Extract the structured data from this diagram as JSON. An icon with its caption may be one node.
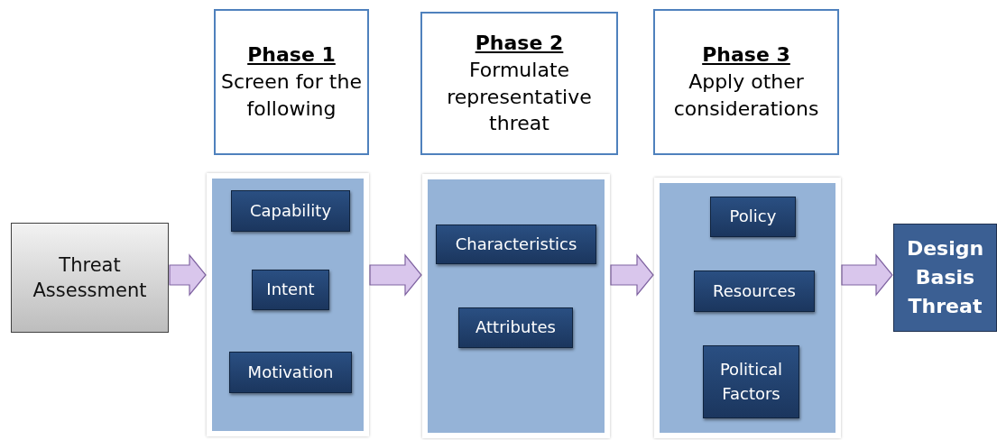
{
  "diagram": {
    "nodes": [
      {
        "text": [
          "Threat Assessment"
        ]
      },
      {
        "text": [
          "Phase 1",
          "Screen for the following"
        ]
      },
      {
        "text": [],
        "shape": "box"
      },
      {
        "text": [
          "Capability"
        ],
        "in": 2
      },
      {
        "text": [
          "Intent"
        ],
        "in": 2
      },
      {
        "text": [
          "Motivation"
        ],
        "in": 2
      },
      {
        "text": [
          "Phase 2",
          "Formulate representative threat"
        ]
      },
      {
        "text": [],
        "shape": "box"
      },
      {
        "text": [
          "Characteristics"
        ],
        "in": 7
      },
      {
        "text": [
          "Attributes"
        ],
        "in": 7
      },
      {
        "text": [
          "Phase 3",
          "Apply other considerations"
        ]
      },
      {
        "text": [],
        "shape": "box"
      },
      {
        "text": [
          "Policy"
        ],
        "in": 11
      },
      {
        "text": [
          "Resources"
        ],
        "in": 11
      },
      {
        "text": [
          "Political Factors"
        ],
        "in": 11
      },
      {
        "text": [
          "Design Basis Threat"
        ]
      }
    ],
    "edges": [
      {
        "from": 0,
        "to": 2,
        "arrow": "to"
      },
      {
        "from": 2,
        "to": 7,
        "arrow": "to"
      },
      {
        "from": 7,
        "to": 11,
        "arrow": "to"
      },
      {
        "from": 11,
        "to": 15,
        "arrow": "to"
      }
    ]
  }
}
